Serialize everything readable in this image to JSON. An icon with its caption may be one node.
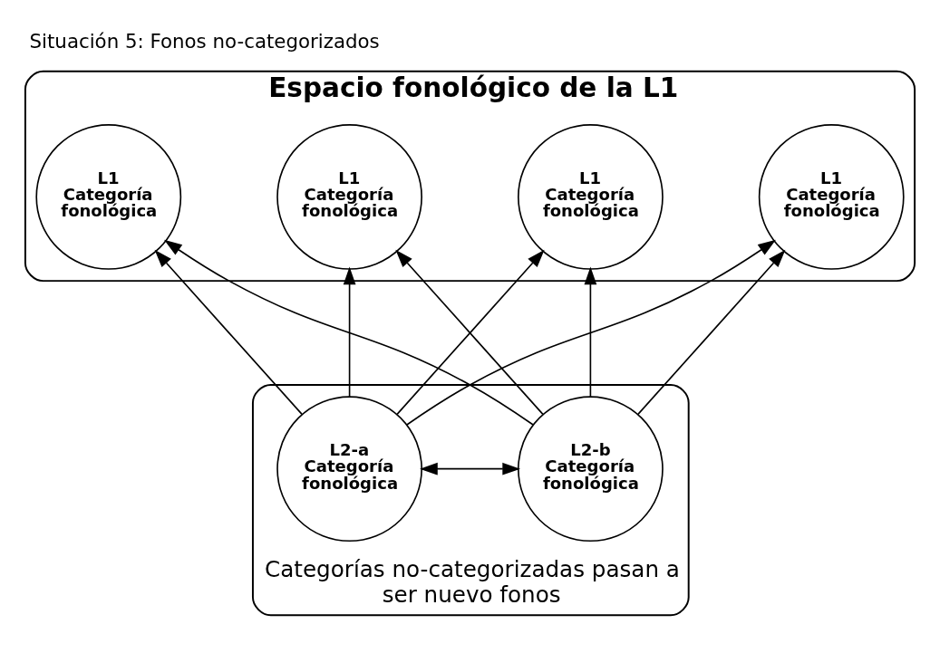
{
  "diagram": {
    "title": "Situación 5: Fonos no-categorizados",
    "nodes": [
      {
        "text": [
          "Espacio fonológico de la L1"
        ]
      },
      {
        "text": [
          "L1",
          "Categoría fonológica"
        ],
        "in": 0
      },
      {
        "text": [
          "L1",
          "Categoría fonológica"
        ],
        "in": 0
      },
      {
        "text": [
          "L1",
          "Categoría fonológica"
        ],
        "in": 0
      },
      {
        "text": [
          "L1",
          "Categoría fonológica"
        ],
        "in": 0
      },
      {
        "text": [
          "Categorías no-categorizadas pasan a ser nuevo fonos"
        ]
      },
      {
        "text": [
          "L2-a",
          "Categoría fonológica"
        ],
        "in": 5
      },
      {
        "text": [
          "L2-b",
          "Categoría fonológica"
        ],
        "in": 5
      }
    ],
    "edges": [
      {
        "from": 6,
        "to": 1,
        "arrow": "to"
      },
      {
        "from": 6,
        "to": 2,
        "arrow": "to"
      },
      {
        "from": 6,
        "to": 3,
        "arrow": "to"
      },
      {
        "from": 6,
        "to": 4,
        "arrow": "to"
      },
      {
        "from": 7,
        "to": 1,
        "arrow": "to"
      },
      {
        "from": 7,
        "to": 2,
        "arrow": "to"
      },
      {
        "from": 7,
        "to": 3,
        "arrow": "to"
      },
      {
        "from": 7,
        "to": 4,
        "arrow": "to"
      },
      {
        "from": 6,
        "to": 7,
        "arrow": "both"
      }
    ]
  }
}
